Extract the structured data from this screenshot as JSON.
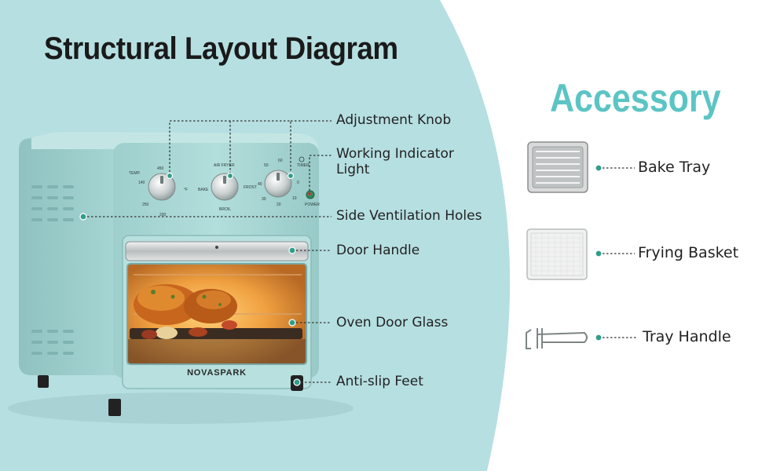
{
  "title": "Structural Layout Diagram",
  "callouts": [
    {
      "id": "adjustment-knob",
      "text": "Adjustment Knob"
    },
    {
      "id": "working-indicator-light",
      "text": "Working Indicator\nLight",
      "line1": "Working Indicator",
      "line2": "Light"
    },
    {
      "id": "side-ventilation-holes",
      "text": "Side Ventilation Holes"
    },
    {
      "id": "door-handle",
      "text": "Door Handle"
    },
    {
      "id": "oven-door-glass",
      "text": "Oven Door Glass"
    },
    {
      "id": "anti-slip-feet",
      "text": "Anti-slip Feet"
    }
  ],
  "accessory": {
    "title": "Accessory",
    "items": [
      {
        "id": "bake-tray",
        "label": "Bake Tray"
      },
      {
        "id": "frying-basket",
        "label": "Frying Basket"
      },
      {
        "id": "tray-handle",
        "label": "Tray Handle"
      }
    ]
  },
  "oven": {
    "brand": "NOVASPARK",
    "knob_labels": {
      "temp_top": "450",
      "temp_left": "140",
      "temp_right": "°F",
      "temp_bottom_left": "250",
      "temp_bottom": "200",
      "temp_caption": "TEMP.",
      "func_top": "AIR FRYER",
      "func_left": "BAKE",
      "func_right": "FROST",
      "func_bottom": "BROIL",
      "timer_top": "60",
      "timer_top_left": "50",
      "timer_left": "40",
      "timer_bottom_left": "30",
      "timer_bottom": "20",
      "timer_bottom_right": "10",
      "timer_right": "0",
      "timer_caption": "TIMER",
      "power_caption": "POWER"
    }
  },
  "colors": {
    "background_circle": "#b6dfe1",
    "oven_body": "#a9d8d6",
    "accent_teal": "#5cc4c4",
    "callout_line": "#333333",
    "callout_dot": "#2f9e8a"
  }
}
